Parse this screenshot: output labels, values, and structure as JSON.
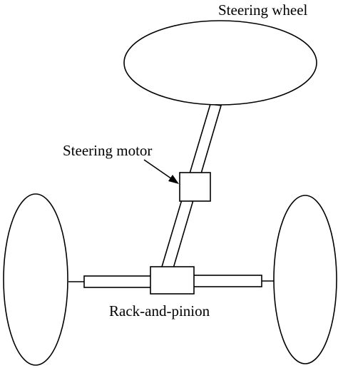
{
  "diagram": {
    "labels": {
      "steering_wheel": "Steering wheel",
      "steering_motor": "Steering motor",
      "rack_and_pinion": "Rack-and-pinion"
    },
    "colors": {
      "line": "#000000",
      "fill": "#ffffff",
      "background": "#ffffff"
    }
  }
}
